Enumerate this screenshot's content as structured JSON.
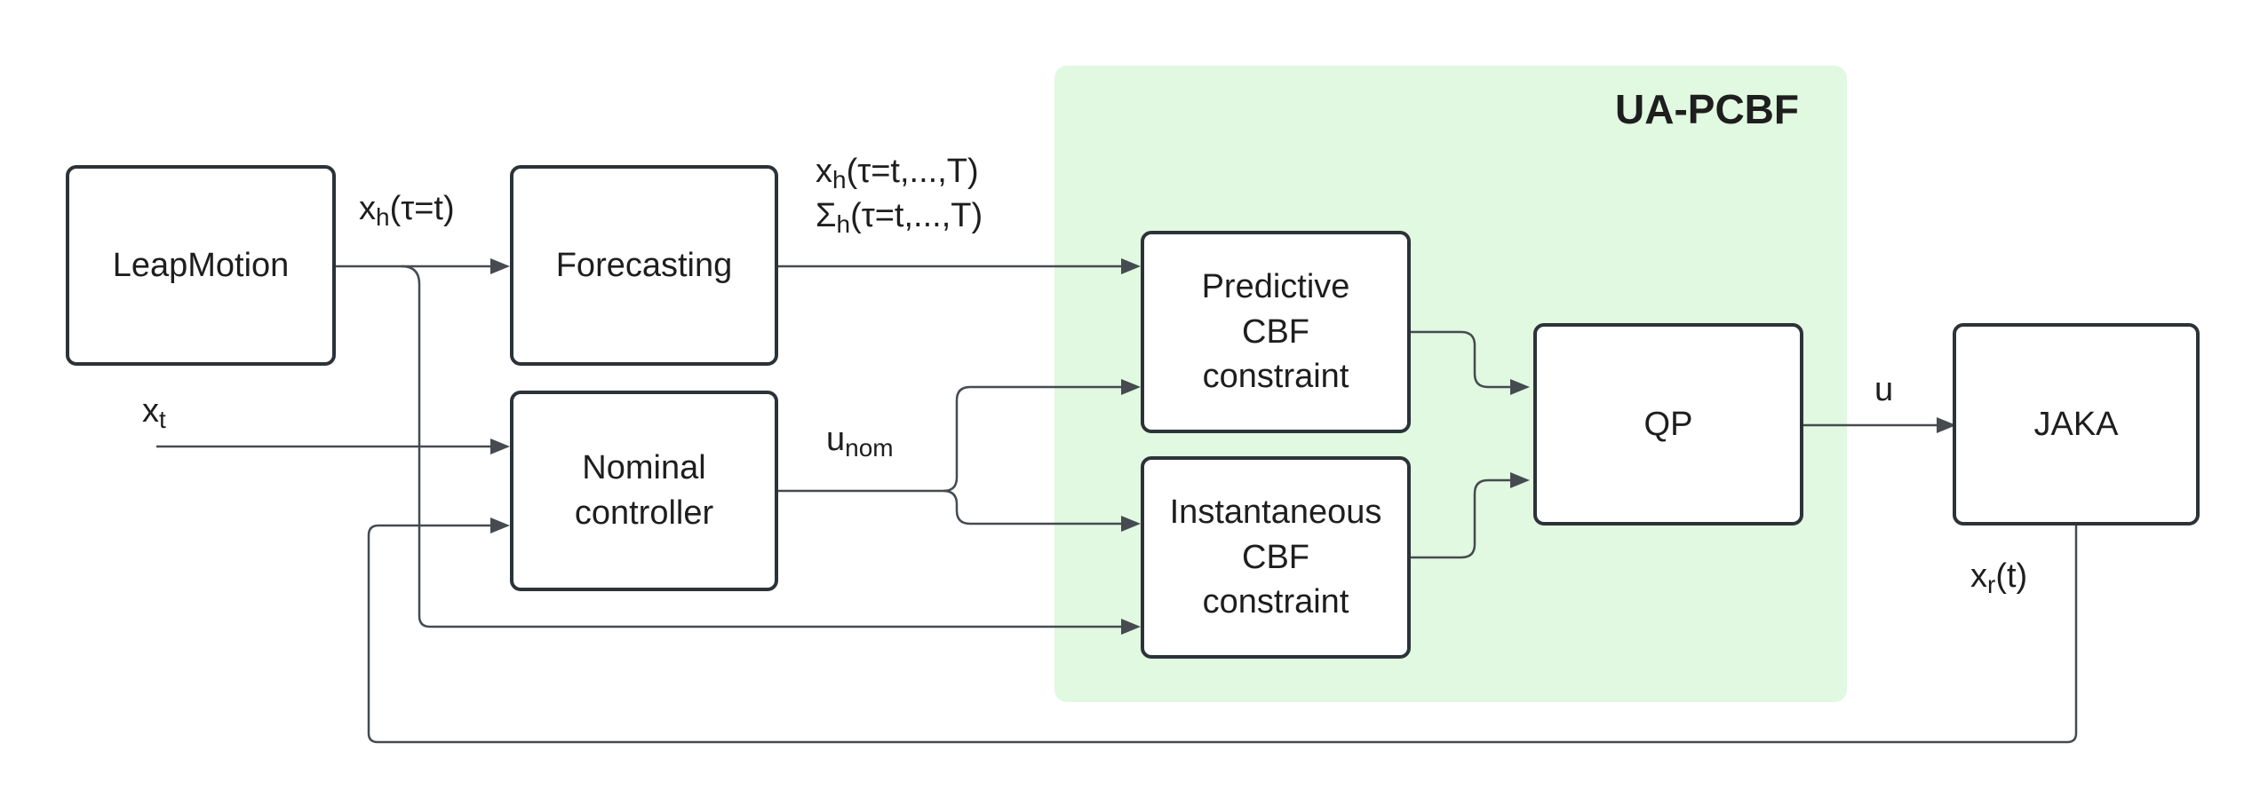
{
  "group": {
    "title": "UA-PCBF",
    "fill": "#e1f8e1"
  },
  "blocks": {
    "leapmotion": "LeapMotion",
    "forecasting": "Forecasting",
    "nominal": "Nominal\ncontroller",
    "predictive": "Predictive\nCBF\nconstraint",
    "instantaneous": "Instantaneous\nCBF\nconstraint",
    "qp": "QP",
    "jaka": "JAKA"
  },
  "labels": {
    "xh_now": {
      "base": "x",
      "sub": "h",
      "rest": "(τ=t)"
    },
    "xh_horizon": {
      "base": "x",
      "sub": "h",
      "rest": "(τ=t,...,T)"
    },
    "sigma_horizon": {
      "base": "Σ",
      "sub": "h",
      "rest": "(τ=t,...,T)"
    },
    "xt": {
      "base": "x",
      "sub": "t"
    },
    "unom": {
      "base": "u",
      "sub": "nom"
    },
    "u": "u",
    "xr": {
      "base": "x",
      "sub": "r",
      "rest": "(t)"
    }
  },
  "colors": {
    "stroke": "#2c3338",
    "line": "#454b50"
  }
}
